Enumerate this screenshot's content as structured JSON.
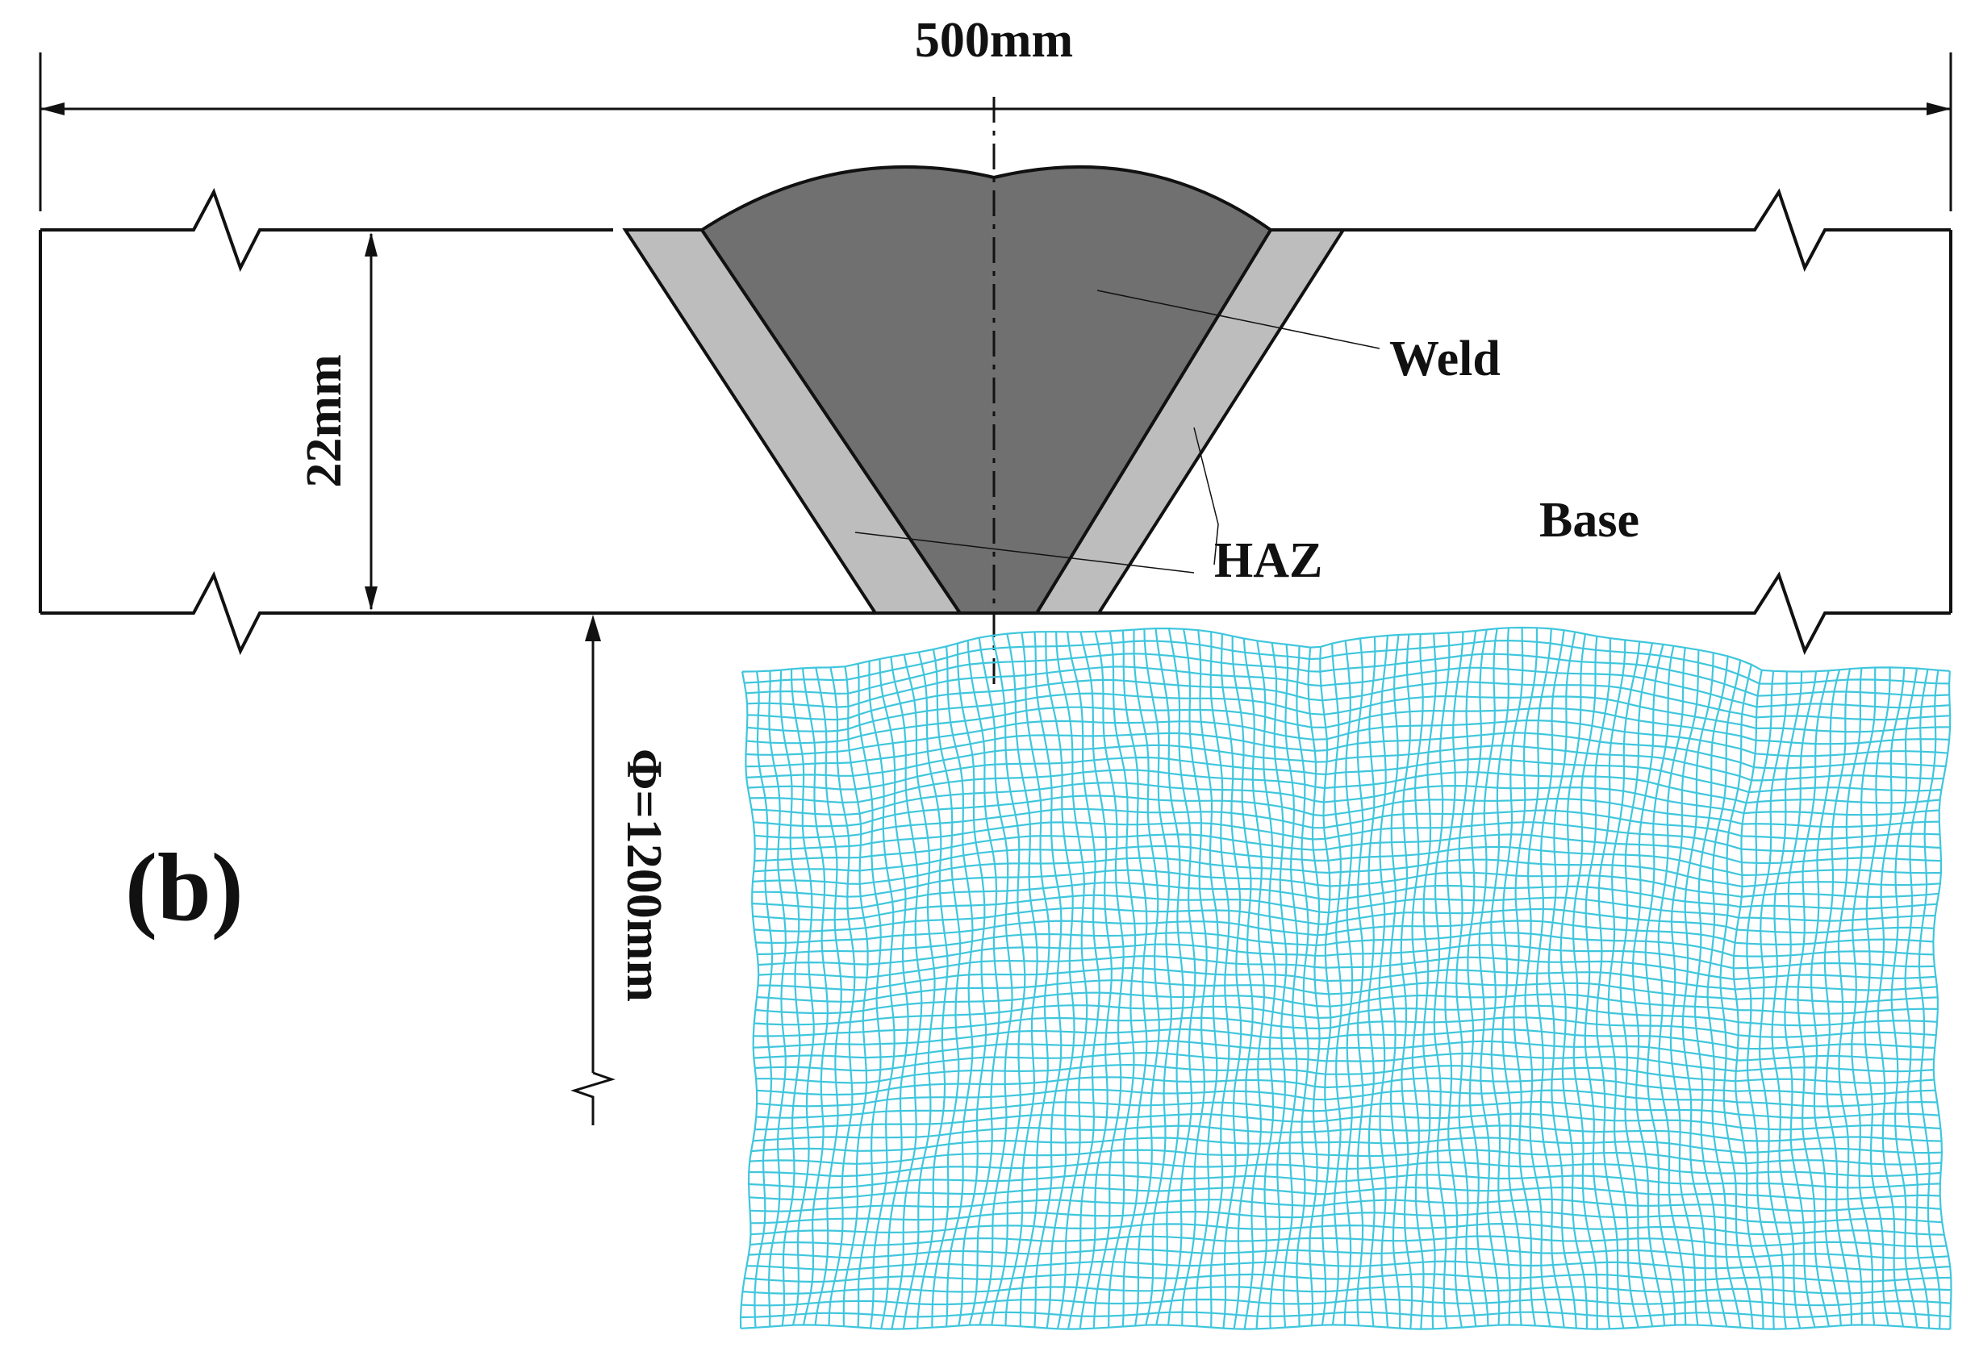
{
  "figure": {
    "panel_label": "(b)",
    "dimensions": {
      "width": "500mm",
      "thickness": "22mm",
      "diameter": "Φ=1200mm"
    },
    "zones": {
      "weld": "Weld",
      "haz": "HAZ",
      "base": "Base"
    }
  },
  "colors": {
    "outline": "#111111",
    "weld_fill": "#707070",
    "haz_fill": "#bdbdbd",
    "mesh_line": "#3fc6dd",
    "background": "#ffffff"
  }
}
